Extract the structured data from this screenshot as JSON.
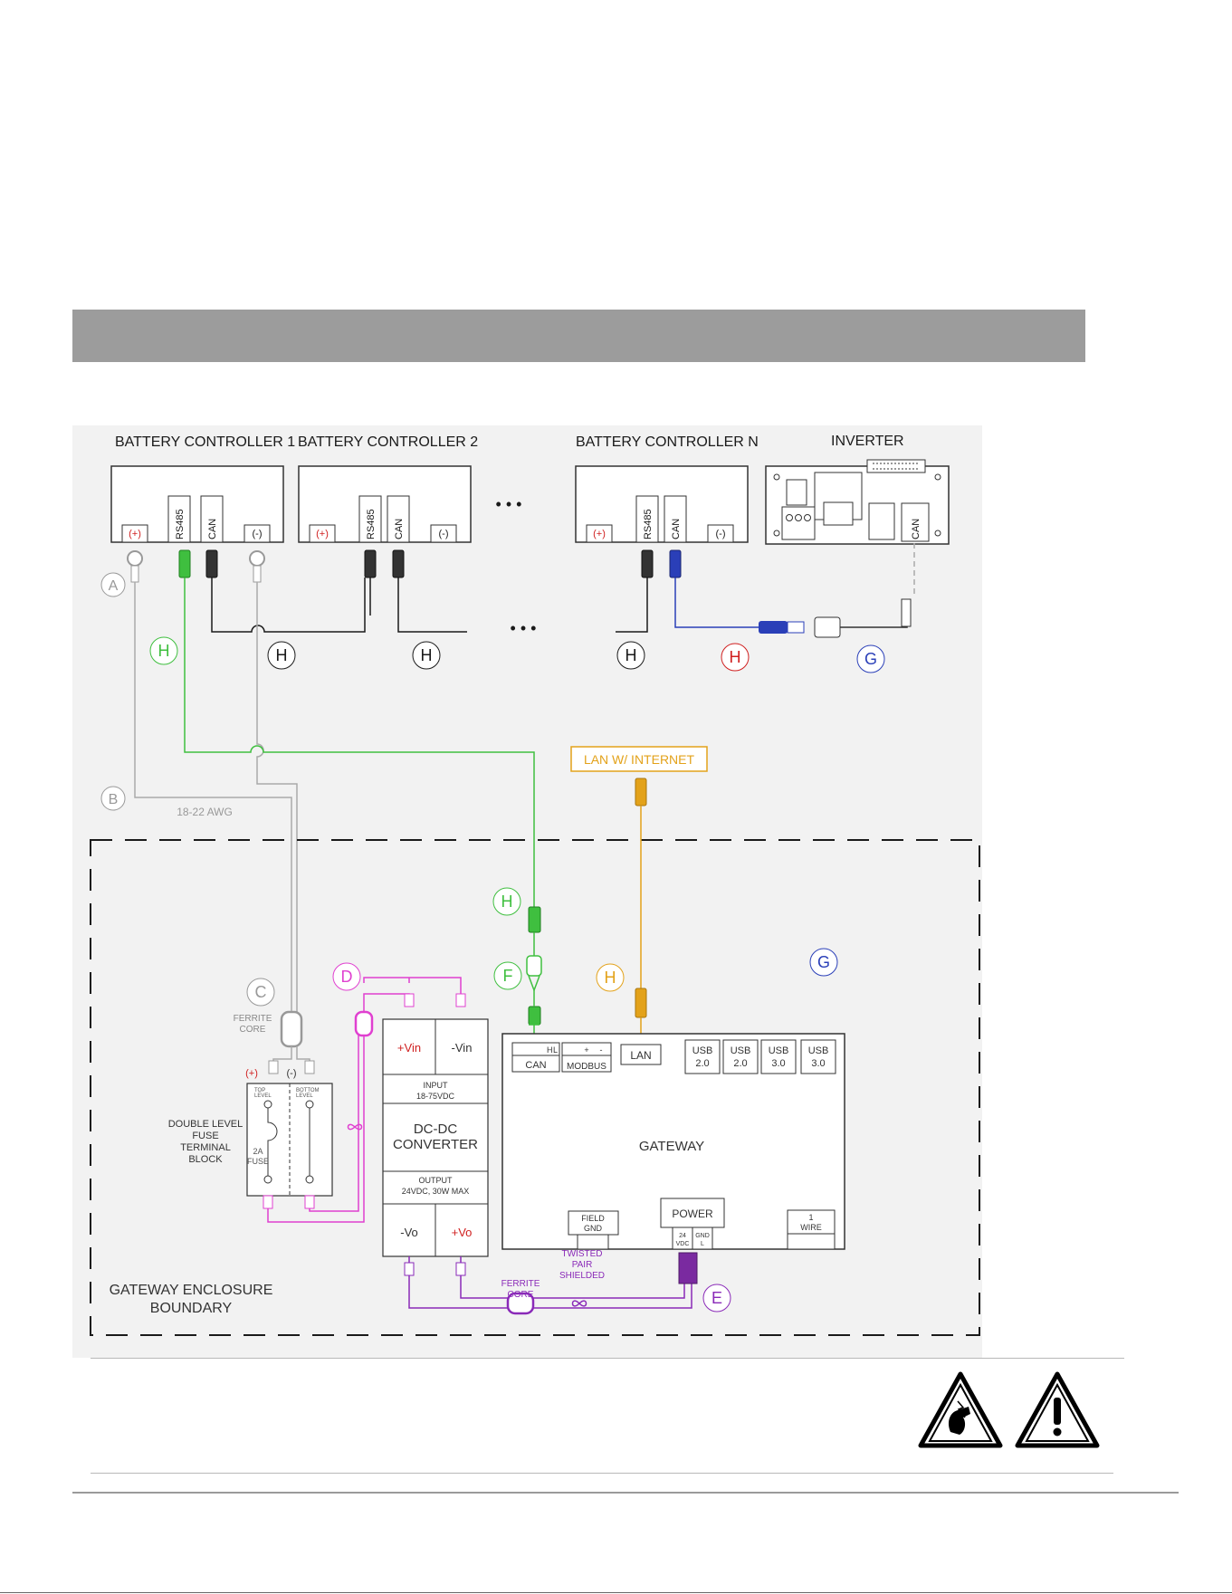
{
  "labels": {
    "bc1": "BATTERY CONTROLLER 1",
    "bc2": "BATTERY CONTROLLER 2",
    "bcn": "BATTERY CONTROLLER N",
    "inverter": "INVERTER",
    "plus": "(+)",
    "minus": "(-)",
    "rs485": "RS485",
    "can": "CAN",
    "ellipsis": "• • •",
    "awg": "18-22 AWG",
    "lan": "LAN W/ INTERNET",
    "ferrite_core_1": "FERRITE",
    "ferrite_core_2": "CORE",
    "fuse_block_1": "DOUBLE LEVEL",
    "fuse_block_2": "FUSE",
    "fuse_block_3": "TERMINAL",
    "fuse_block_4": "BLOCK",
    "top_level_1": "TOP",
    "top_level_2": "LEVEL",
    "bottom_level_1": "BOTTOM",
    "bottom_level_2": "LEVEL",
    "fuse_2a_1": "2A",
    "fuse_2a_2": "FUSE",
    "vin_plus": "+Vin",
    "vin_minus": "-Vin",
    "input_1": "INPUT",
    "input_2": "18-75VDC",
    "dcdc_1": "DC-DC",
    "dcdc_2": "CONVERTER",
    "output_1": "OUTPUT",
    "output_2": "24VDC, 30W MAX",
    "vo_minus": "-Vo",
    "vo_plus": "+Vo",
    "gateway": "GATEWAY",
    "port_h": "H",
    "port_l": "L",
    "port_can": "CAN",
    "port_plus": "+",
    "port_minus": "-",
    "port_modbus": "MODBUS",
    "port_lan": "LAN",
    "usb": "USB",
    "usb20": "2.0",
    "usb30": "3.0",
    "power": "POWER",
    "power_24": "24",
    "power_vdc": "VDC",
    "power_gnd": "GND",
    "power_l": "L",
    "field_1": "FIELD",
    "field_2": "GND",
    "one_wire_1": "1",
    "one_wire_2": "WIRE",
    "twisted_1": "TWISTED",
    "twisted_2": "PAIR",
    "twisted_3": "SHIELDED",
    "enclosure_1": "GATEWAY ENCLOSURE",
    "enclosure_2": "BOUNDARY"
  },
  "callouts": {
    "a": "A",
    "b": "B",
    "c": "C",
    "d": "D",
    "e": "E",
    "f": "F",
    "g": "G",
    "h": "H"
  },
  "colors": {
    "green": "#3fbf3f",
    "gray": "#9a9a9a",
    "black": "#1a1a1a",
    "blue": "#2a3fb8",
    "red": "#d02020",
    "orange": "#e3a21a",
    "magenta": "#e040d0",
    "purple": "#8a2ab8",
    "band": "#9c9c9c"
  }
}
